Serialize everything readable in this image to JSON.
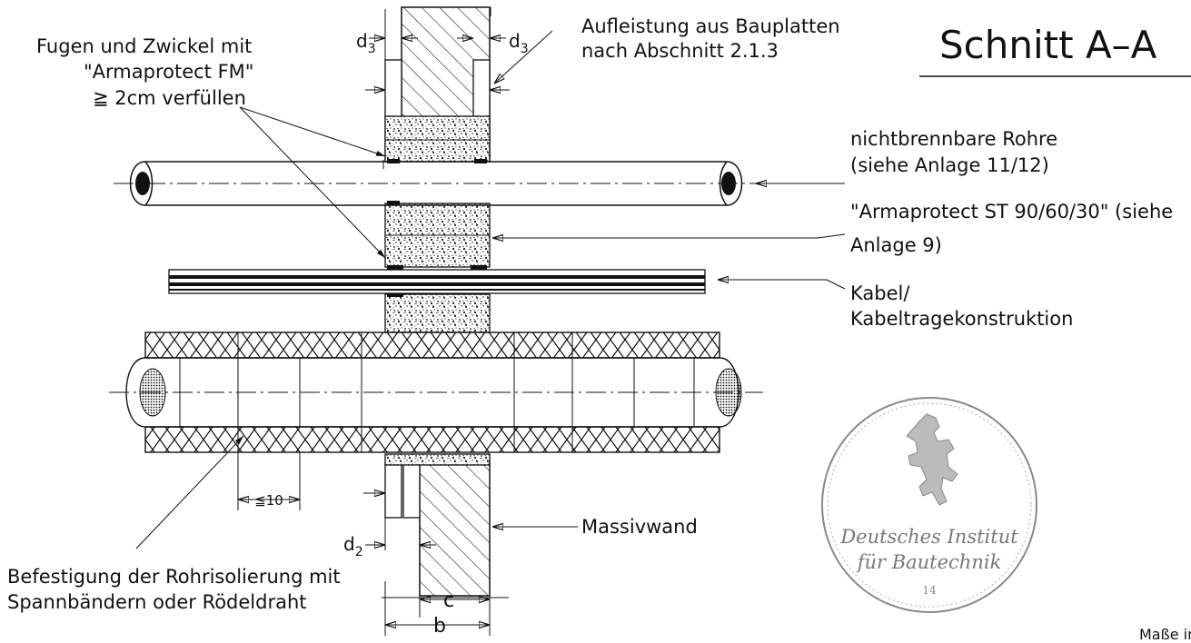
{
  "title": "Schnitt A–A",
  "labels": {
    "fugen_1": "Fugen und Zwickel mit",
    "fugen_2": "\"Armaprotect FM\"",
    "fugen_3": "≧ 2cm verfüllen",
    "aufleistung_1": "Aufleistung aus Bauplatten",
    "aufleistung_2": "nach Abschnitt 2.1.3",
    "rohre_1": "nichtbrennbare Rohre",
    "rohre_2": "(siehe Anlage 11/12)",
    "armaprotect_st_1": "\"Armaprotect ST 90/60/30\" (siehe",
    "armaprotect_st_2": "Anlage 9)",
    "kabel_1": "Kabel/",
    "kabel_2": "Kabeltragekonstruktion",
    "massivwand": "Massivwand",
    "befestigung_1": "Befestigung der Rohrisolierung mit",
    "befestigung_2": "Spannbändern oder Rödeldraht"
  },
  "dimensions": {
    "d3_left": "d",
    "d3_right": "d",
    "d3_sub": "3",
    "d2": "d",
    "d2_sub": "2",
    "c": "c",
    "b": "b",
    "spacing": "≦10"
  },
  "stamp": {
    "line1": "Deutsches Institut",
    "line2": "für Bautechnik",
    "number": "14"
  },
  "footer_fragment": "Maße in"
}
